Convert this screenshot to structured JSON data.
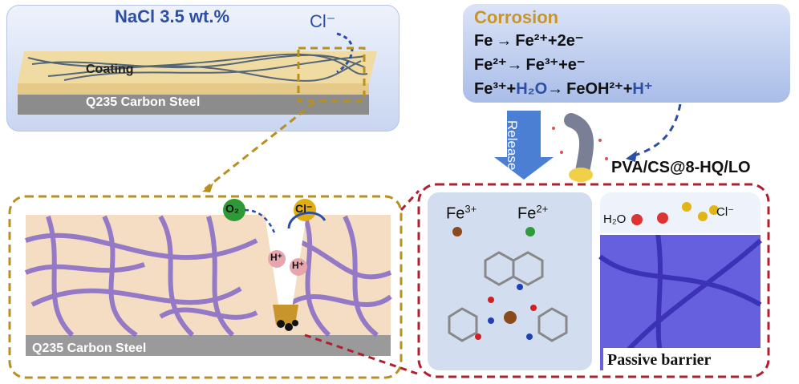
{
  "top_panel": {
    "title": "NaCl 3.5 wt.%",
    "chloride_label": "Cl⁻",
    "coating_label": "Coating",
    "steel_label": "Q235 Carbon Steel"
  },
  "corrosion": {
    "title": "Corrosion",
    "eq1": "Fe → Fe²⁺+2e⁻",
    "eq2": "Fe²⁺→ Fe³⁺+e⁻",
    "eq3_left": "Fe³⁺+",
    "eq3_water": "H₂O",
    "eq3_mid": "→ FeOH²⁺+",
    "eq3_hplus": "H⁺"
  },
  "release_label": "Release",
  "material_label": "PVA/CS@8-HQ/LO",
  "bottom_left": {
    "oxygen_label": "O₂",
    "chloride_label": "Cl⁻",
    "proton_label_1": "H⁺",
    "proton_label_2": "H⁺",
    "steel_label": "Q235 Carbon Steel"
  },
  "chelation": {
    "fe3_label": "Fe",
    "fe3_charge": "3+",
    "fe2_label": "Fe",
    "fe2_charge": "2+"
  },
  "barrier": {
    "water_label": "H₂O",
    "chloride_label": "Cl⁻",
    "caption": "Passive barrier"
  },
  "colors": {
    "gold_dash": "#b8901f",
    "red_dash": "#b01f2f",
    "blue_arrow": "#2d4fa3",
    "fiber": "#8a6fc7",
    "barrier_fiber": "#4f46d8"
  }
}
